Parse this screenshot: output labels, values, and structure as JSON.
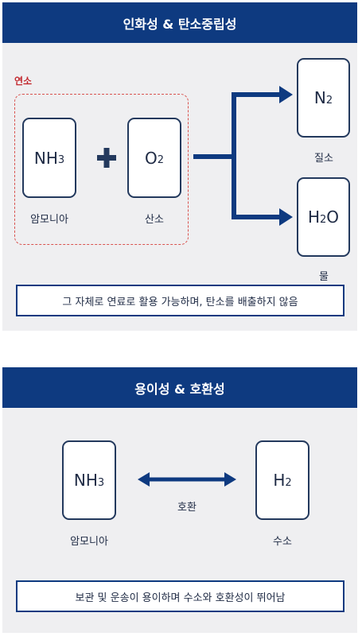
{
  "section1": {
    "title": "인화성 & 탄소중립성",
    "combustion_label": "연소",
    "ammonia": {
      "symbol": "NH",
      "subscript": "3",
      "label": "암모니아"
    },
    "oxygen": {
      "symbol": "O",
      "subscript": "2",
      "label": "산소"
    },
    "nitrogen": {
      "symbol": "N",
      "subscript": "2",
      "label": "질소"
    },
    "water": {
      "symbol_h": "H",
      "subscript": "2",
      "symbol_o": "O",
      "label": "물"
    },
    "summary": "그 자체로 연료로 활용 가능하며, 탄소를 배출하지 않음"
  },
  "section2": {
    "title": "용이성 & 호환성",
    "ammonia": {
      "symbol": "NH",
      "subscript": "3",
      "label": "암모니아"
    },
    "hydrogen": {
      "symbol": "H",
      "subscript": "2",
      "label": "수소"
    },
    "arrow_label": "호환",
    "summary": "보관 및 운송이 용이하며 수소와 호환성이 뛰어남"
  },
  "colors": {
    "header": "#0e3a80",
    "combustion": "#c2272d",
    "panel": "#efeff1"
  }
}
